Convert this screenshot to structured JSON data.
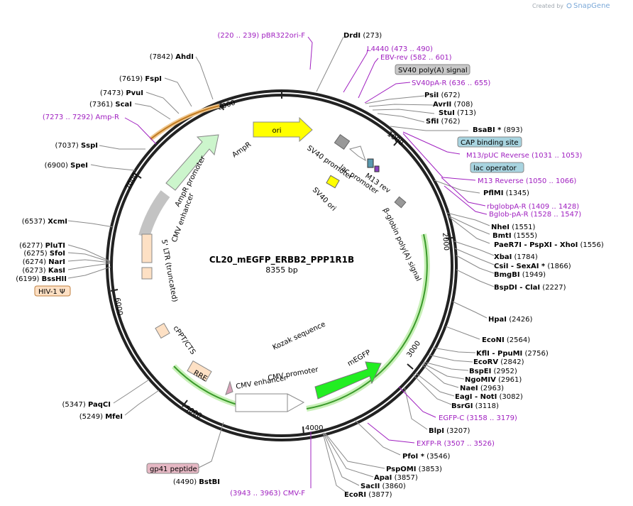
{
  "header": {
    "credit": "Created by",
    "brand": "SnapGene"
  },
  "plasmid": {
    "name": "CL20_mEGFP_ERBB2_PPP1R1B",
    "length": "8355 bp"
  },
  "ticks": [
    "1000",
    "2000",
    "3000",
    "4000",
    "5000",
    "6000",
    "7000",
    "8000"
  ],
  "sites_right": [
    {
      "name": "DrdI",
      "pos": "(273)"
    },
    {
      "name": "PsiI",
      "pos": "(672)"
    },
    {
      "name": "AvrII",
      "pos": "(708)"
    },
    {
      "name": "StuI",
      "pos": "(713)"
    },
    {
      "name": "SfiI",
      "pos": "(762)"
    },
    {
      "name": "BsaBI *",
      "pos": "(893)"
    },
    {
      "name": "PflMI",
      "pos": "(1345)"
    },
    {
      "name": "NheI",
      "pos": "(1551)"
    },
    {
      "name": "BmtI",
      "pos": "(1555)"
    },
    {
      "name": "PaeR7I - PspXI - XhoI",
      "pos": "(1556)"
    },
    {
      "name": "XbaI",
      "pos": "(1784)"
    },
    {
      "name": "CsiI - SexAI *",
      "pos": "(1866)"
    },
    {
      "name": "BmgBI",
      "pos": "(1949)"
    },
    {
      "name": "BspDI - ClaI",
      "pos": "(2227)"
    },
    {
      "name": "HpaI",
      "pos": "(2426)"
    },
    {
      "name": "EcoNI",
      "pos": "(2564)"
    },
    {
      "name": "KflI - PpuMI",
      "pos": "(2756)"
    },
    {
      "name": "EcoRV",
      "pos": "(2842)"
    },
    {
      "name": "BspEI",
      "pos": "(2952)"
    },
    {
      "name": "NgoMIV",
      "pos": "(2961)"
    },
    {
      "name": "NaeI",
      "pos": "(2963)"
    },
    {
      "name": "EagI - NotI",
      "pos": "(3082)"
    },
    {
      "name": "BsrGI",
      "pos": "(3118)"
    },
    {
      "name": "BlpI",
      "pos": "(3207)"
    },
    {
      "name": "PfoI *",
      "pos": "(3546)"
    },
    {
      "name": "PspOMI",
      "pos": "(3853)"
    },
    {
      "name": "ApaI",
      "pos": "(3857)"
    },
    {
      "name": "SacII",
      "pos": "(3860)"
    },
    {
      "name": "EcoRI",
      "pos": "(3877)"
    }
  ],
  "sites_left": [
    {
      "name": "AhdI",
      "pos": "(7842)"
    },
    {
      "name": "FspI",
      "pos": "(7619)"
    },
    {
      "name": "PvuI",
      "pos": "(7473)"
    },
    {
      "name": "ScaI",
      "pos": "(7361)"
    },
    {
      "name": "SspI",
      "pos": "(7037)"
    },
    {
      "name": "SpeI",
      "pos": "(6900)"
    },
    {
      "name": "XcmI",
      "pos": "(6537)"
    },
    {
      "name": "PluTI",
      "pos": "(6277)"
    },
    {
      "name": "SfoI",
      "pos": "(6275)"
    },
    {
      "name": "NarI",
      "pos": "(6274)"
    },
    {
      "name": "KasI",
      "pos": "(6273)"
    },
    {
      "name": "BssHII",
      "pos": "(6199)"
    },
    {
      "name": "PaqCI",
      "pos": "(5347)"
    },
    {
      "name": "MfeI",
      "pos": "(5249)"
    },
    {
      "name": "BstBI",
      "pos": "(4490)"
    }
  ],
  "primers": [
    {
      "name": "pBR322ori-F",
      "range": "(220 .. 239)"
    },
    {
      "name": "L4440",
      "range": "(473 .. 490)"
    },
    {
      "name": "EBV-rev",
      "range": "(582 .. 601)"
    },
    {
      "name": "SV40pA-R",
      "range": "(636 .. 655)"
    },
    {
      "name": "M13/pUC Reverse",
      "range": "(1031 .. 1053)"
    },
    {
      "name": "M13 Reverse",
      "range": "(1050 .. 1066)"
    },
    {
      "name": "rbglobpA-R",
      "range": "(1409 .. 1428)"
    },
    {
      "name": "Bglob-pA-R",
      "range": "(1528 .. 1547)"
    },
    {
      "name": "EGFP-C",
      "range": "(3158 .. 3179)"
    },
    {
      "name": "EXFP-R",
      "range": "(3507 .. 3526)"
    },
    {
      "name": "CMV-F",
      "range": "(3943 .. 3963)"
    },
    {
      "name": "Amp-R",
      "range": "(7273 .. 7292)"
    }
  ],
  "boxed_features": {
    "sv40_polya": "SV40 poly(A) signal",
    "cap_site": "CAP binding site",
    "lac_operator": "lac operator",
    "hiv_psi": "HIV-1 Ψ",
    "gp41": "gp41 peptide"
  },
  "features": {
    "ori": "ori",
    "ampr": "AmpR",
    "ampr_promoter": "AmpR promoter",
    "cmv_enhancer_top": "CMV enhancer",
    "ltr": "5' LTR (truncated)",
    "cppt": "cPPT/CTS",
    "rre": "RRE",
    "cmv_enhancer": "CMV enhancer",
    "cmv_promoter": "CMV promoter",
    "kozak": "Kozak sequence",
    "megfp": "mEGFP",
    "sv40_promoter": "SV40 promoter",
    "lac_promoter": "lac promoter",
    "m13_rev": "M13 rev",
    "sv40_ori": "SV40 ori",
    "bglobin": "β-globin poly(A) signal"
  },
  "colors": {
    "primer": "#a020c0",
    "ori": "#ffff00",
    "megfp": "#22ee22",
    "ampr": "#ccf5cc",
    "ltr": "#fde0c4",
    "sv40_polya_box": "#c8c8c8",
    "cap_box": "#a8d4e0",
    "gp41_box": "#e6b8c4",
    "brand": "#7aa8d8"
  }
}
